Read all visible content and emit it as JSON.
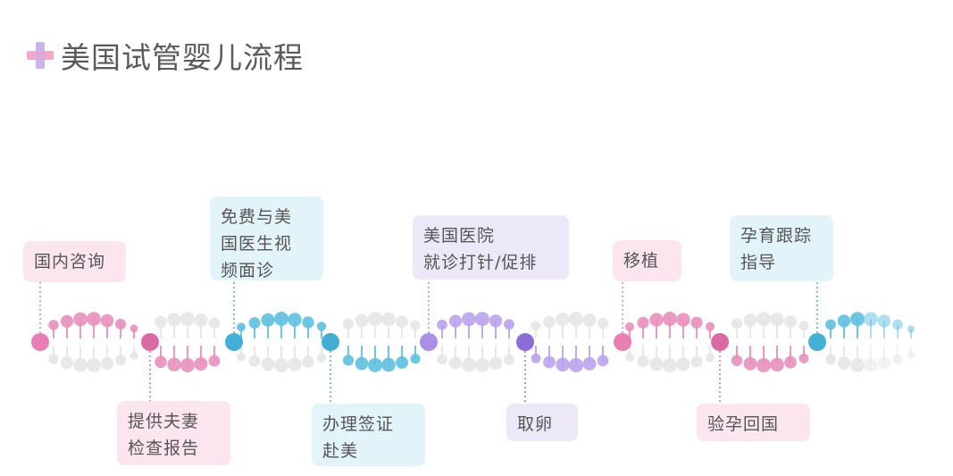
{
  "title": "美国试管婴儿流程",
  "steps": [
    {
      "label": "国内咨询",
      "tone": "pink",
      "color": "#e77fb4"
    },
    {
      "label": "提供夫妻\n检查报告",
      "tone": "pink",
      "color": "#d96aa4"
    },
    {
      "label": "免费与美\n国医生视\n频面诊",
      "tone": "blue",
      "color": "#45b0d6"
    },
    {
      "label": "办理签证\n赴美",
      "tone": "blue",
      "color": "#42aed4"
    },
    {
      "label": "美国医院\n就诊打针/促排",
      "tone": "purple",
      "color": "#a88ee4"
    },
    {
      "label": "取卵",
      "tone": "purple",
      "color": "#8b6fd7"
    },
    {
      "label": "移植",
      "tone": "pink",
      "color": "#e77fb4"
    },
    {
      "label": "验孕回国",
      "tone": "pink",
      "color": "#d96aa4"
    },
    {
      "label": "孕育跟踪\n指导",
      "tone": "blue",
      "color": "#45b0d6"
    }
  ],
  "colors": {
    "pink": "#e890bd",
    "blue": "#5fc0e0",
    "purple": "#b9a3ec",
    "grey": "#e6e6e6"
  }
}
